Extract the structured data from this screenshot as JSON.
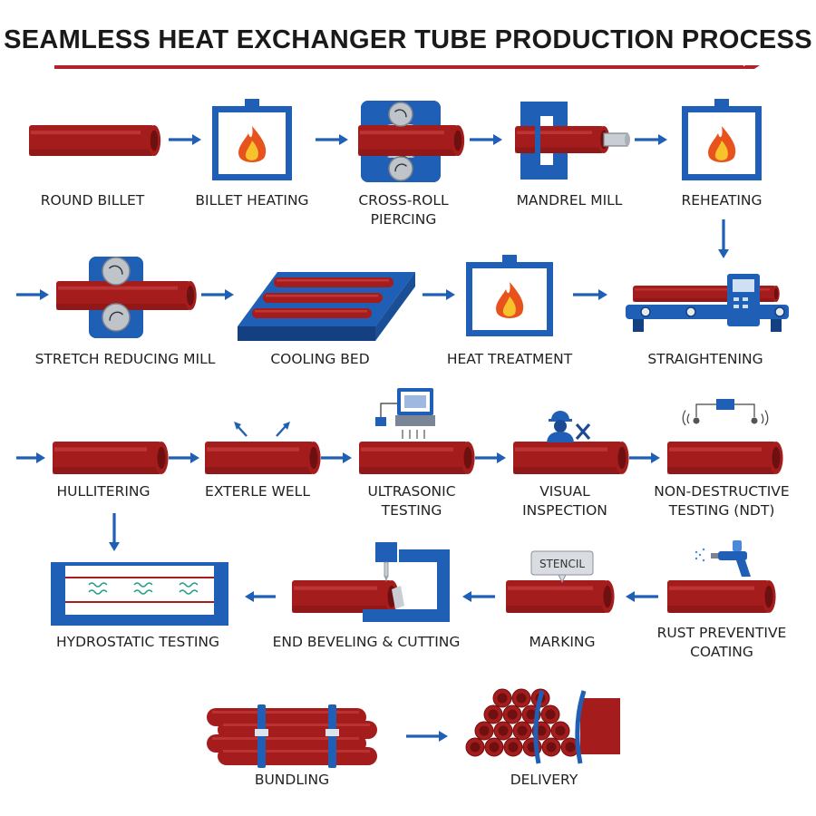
{
  "title": "SEAMLESS HEAT EXCHANGER TUBE PRODUCTION PROCESS",
  "colors": {
    "pipe": "#a51c1c",
    "pipe_dark": "#6e1010",
    "pipe_light": "#d04848",
    "steel_blue": "#1f5fb5",
    "blue_dark": "#143f80",
    "roller": "#bfc4cb",
    "flame_outer": "#e8521c",
    "flame_inner": "#f7c22c",
    "arrow": "#1f5fb5",
    "title_rule": "#b3212b"
  },
  "stages": [
    {
      "id": "round-billet",
      "lines": [
        "ROUND BILLET"
      ]
    },
    {
      "id": "billet-heating",
      "lines": [
        "BILLET HEATING"
      ]
    },
    {
      "id": "cross-roll-piercing",
      "lines": [
        "CROSS-ROLL",
        "PIERCING"
      ]
    },
    {
      "id": "mandrel-mill",
      "lines": [
        "MANDREL MILL"
      ]
    },
    {
      "id": "reheating",
      "lines": [
        "REHEATING"
      ]
    },
    {
      "id": "stretch-reducing-mill",
      "lines": [
        "STRETCH REDUCING MILL"
      ]
    },
    {
      "id": "cooling-bed",
      "lines": [
        "COOLING BED"
      ]
    },
    {
      "id": "heat-treatment",
      "lines": [
        "HEAT TREATMENT"
      ]
    },
    {
      "id": "straightening",
      "lines": [
        "STRAIGHTENING"
      ]
    },
    {
      "id": "hullitering",
      "lines": [
        "HULLITERING"
      ]
    },
    {
      "id": "exterle-well",
      "lines": [
        "EXTERLE WELL"
      ]
    },
    {
      "id": "ultrasonic-testing",
      "lines": [
        "ULTRASONIC",
        "TESTING"
      ]
    },
    {
      "id": "visual-inspection",
      "lines": [
        "VISUAL",
        "INSPECTION"
      ]
    },
    {
      "id": "non-destructive-testing",
      "lines": [
        "NON-DESTRUCTIVE",
        "TESTING (NDT)"
      ]
    },
    {
      "id": "hydrostatic-testing",
      "lines": [
        "HYDROSTATIC TESTING"
      ]
    },
    {
      "id": "end-beveling-cutting",
      "lines": [
        "END BEVELING & CUTTING"
      ]
    },
    {
      "id": "marking",
      "lines": [
        "MARKING"
      ]
    },
    {
      "id": "rust-preventive-coating",
      "lines": [
        "RUST PREVENTIVE",
        "COATING"
      ]
    },
    {
      "id": "bundling",
      "lines": [
        "BUNDLING"
      ]
    },
    {
      "id": "delivery",
      "lines": [
        "DELIVERY"
      ]
    }
  ],
  "stencil_label": "STENCIL"
}
